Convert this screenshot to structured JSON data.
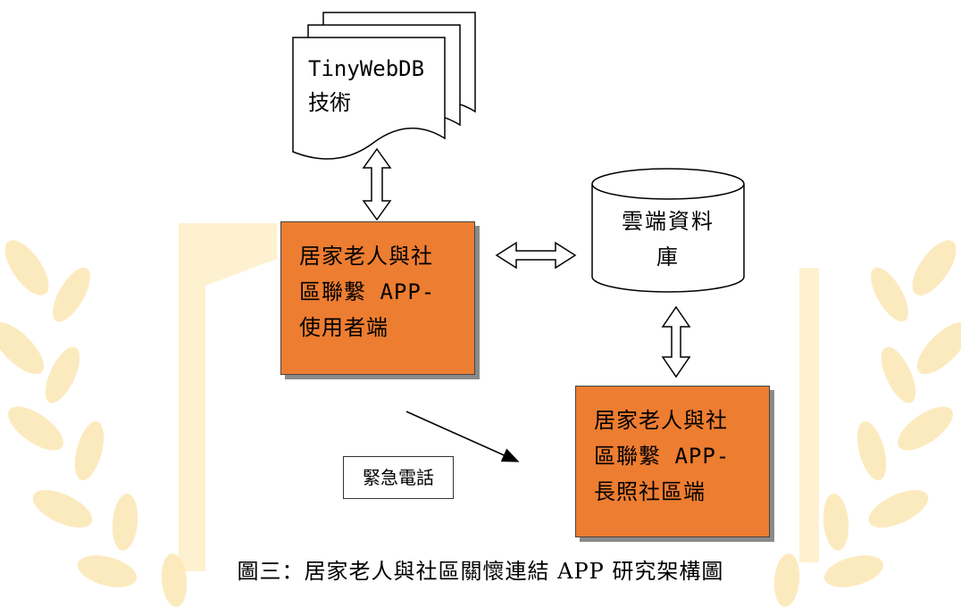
{
  "nodes": {
    "tech_doc": {
      "line1": "TinyWebDB",
      "line2": "技術"
    },
    "cloud_db": {
      "line1": "雲端資料",
      "line2": "庫"
    },
    "user_app": {
      "label": "居家老人與社\n區聯繫 APP-\n使用者端"
    },
    "community_app": {
      "label": "居家老人與社\n區聯繫 APP-\n長照社區端"
    },
    "emergency": {
      "label": "緊急電話"
    }
  },
  "caption": "圖三：居家老人與社區關懷連結 APP 研究架構圖",
  "colors": {
    "app_box": "#ed7d31",
    "watermark": "#f7c968"
  }
}
